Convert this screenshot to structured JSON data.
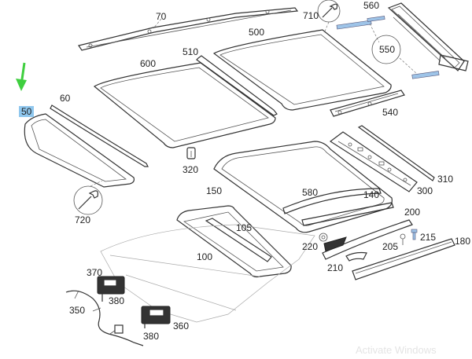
{
  "diagram": {
    "highlight_color": "#8fc7ee",
    "arrow_color": "#3fcf3f",
    "labels": {
      "p70": "70",
      "p710": "710",
      "p560": "560",
      "p500": "500",
      "p510": "510",
      "p600": "600",
      "p550": "550",
      "p60": "60",
      "p50": "50",
      "p540": "540",
      "p320": "320",
      "p150": "150",
      "p580": "580",
      "p140": "140",
      "p310": "310",
      "p300": "300",
      "p720": "720",
      "p105": "105",
      "p200": "200",
      "p215": "215",
      "p180": "180",
      "p220": "220",
      "p205": "205",
      "p100": "100",
      "p210": "210",
      "p370": "370",
      "p380a": "380",
      "p350": "350",
      "p360": "360",
      "p380b": "380"
    },
    "watermark": "Activate Windows",
    "icons": {
      "wrench_top": "wrench-icon",
      "wrench_bottom": "wrench-icon",
      "pointer": "arrow-down-icon"
    }
  }
}
